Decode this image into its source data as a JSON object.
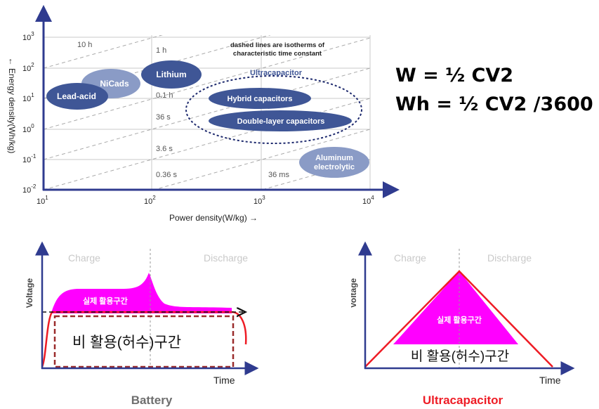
{
  "ragone": {
    "x_axis_label": "Power density(W/kg) →",
    "y_axis_label": "← Energy density(Wh/kg)",
    "x_ticks": [
      {
        "base": "10",
        "exp": "1",
        "value": 10
      },
      {
        "base": "10",
        "exp": "2",
        "value": 100
      },
      {
        "base": "10",
        "exp": "3",
        "value": 1000
      },
      {
        "base": "10",
        "exp": "4",
        "value": 10000
      }
    ],
    "y_ticks": [
      {
        "base": "10",
        "exp": "3",
        "value": 1000
      },
      {
        "base": "10",
        "exp": "2",
        "value": 100
      },
      {
        "base": "10",
        "exp": "1",
        "value": 10
      },
      {
        "base": "10",
        "exp": "0",
        "value": 1
      },
      {
        "base": "10",
        "exp": "-1",
        "value": 0.1
      },
      {
        "base": "10",
        "exp": "-2",
        "value": 0.01
      }
    ],
    "x_range": [
      10,
      10000
    ],
    "y_range": [
      0.01,
      1000
    ],
    "scale": "log-log",
    "grid": true,
    "note_line1": "dashed lines are isotherms of",
    "note_line2": "characteristic time constant",
    "group_label": "Ultracapacitor",
    "time_labels": [
      "10 h",
      "1 h",
      "0.1 h",
      "36 s",
      "3.6 s",
      "0.36 s",
      "36 ms"
    ],
    "regions": {
      "lead_acid": "Lead-acid",
      "nicads": "NiCads",
      "lithium": "Lithium",
      "hybrid": "Hybrid capacitors",
      "double_layer": "Double-layer capacitors",
      "aluminum_line1": "Aluminum",
      "aluminum_line2": "electrolytic"
    }
  },
  "formulas": {
    "line1": "W = ½ CV2",
    "line2": "Wh = ½ CV2 /3600"
  },
  "battery": {
    "y_label": "Voltage",
    "x_label": "Time",
    "charge": "Charge",
    "discharge": "Discharge",
    "used_zone": "실제 활용구간",
    "unused_zone": "비 활용(허수)구간",
    "caption": "Battery"
  },
  "ultracap": {
    "y_label": "Voltage",
    "x_label": "Time",
    "charge": "Charge",
    "discharge": "Discharge",
    "used_zone": "실제 활용구간",
    "unused_zone": "비 활용(허수)구간",
    "caption": "Ultracapacitor"
  },
  "colors": {
    "axis_blue": "#2f3b8f",
    "region_dark": "#3f5696",
    "region_light": "#8a9bc6",
    "magenta": "#ff00ff",
    "curve_red": "#ee1c25",
    "box_brown": "#9a2b2b",
    "caption_gray": "#6e6e6e",
    "caption_red": "#ee1c25"
  }
}
